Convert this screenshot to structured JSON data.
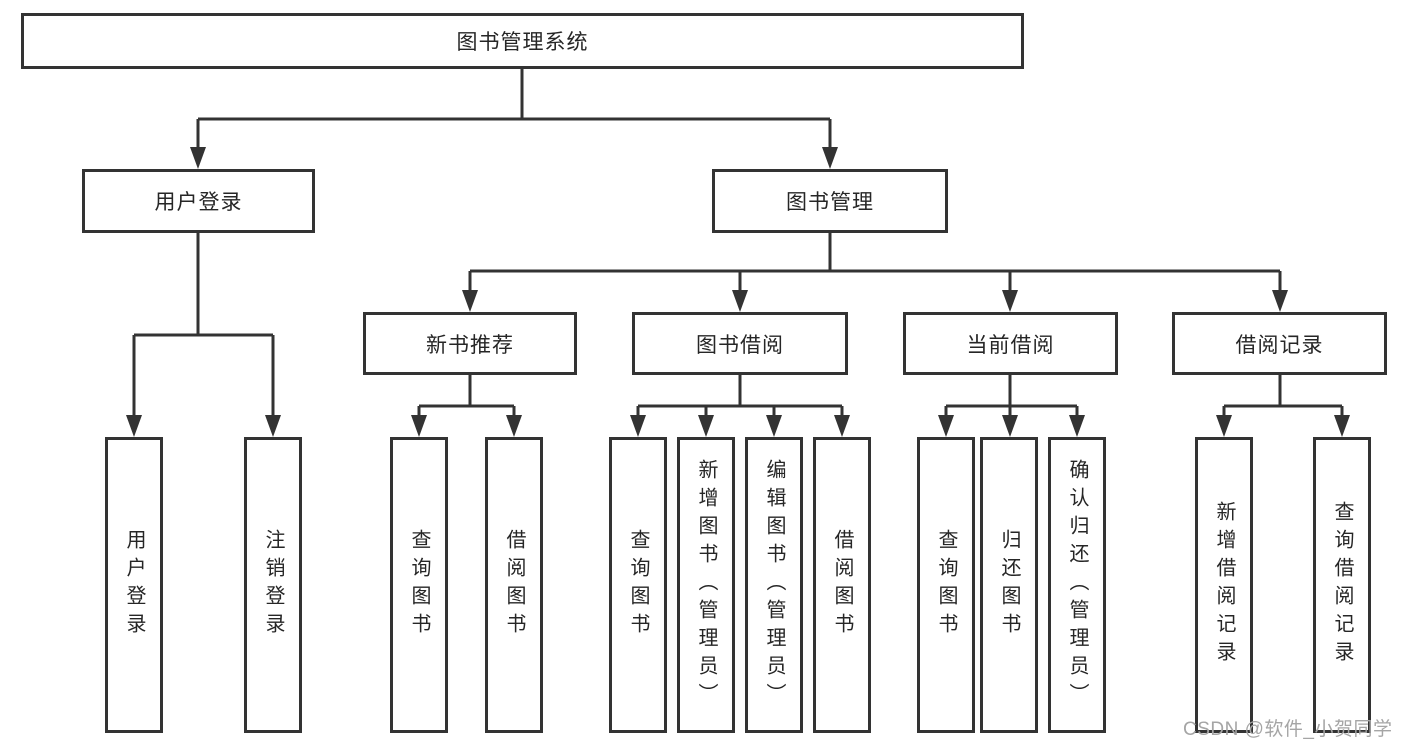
{
  "diagram": {
    "root": {
      "id": "system-root",
      "label": "图书管理系统"
    },
    "level1": [
      {
        "id": "user-login-branch",
        "label": "用户登录"
      },
      {
        "id": "book-management-branch",
        "label": "图书管理"
      }
    ],
    "level2": [
      {
        "id": "new-book-recommend",
        "parent": "book-management-branch",
        "label": "新书推荐"
      },
      {
        "id": "book-borrow",
        "parent": "book-management-branch",
        "label": "图书借阅"
      },
      {
        "id": "current-borrow",
        "parent": "book-management-branch",
        "label": "当前借阅"
      },
      {
        "id": "borrow-records",
        "parent": "book-management-branch",
        "label": "借阅记录"
      }
    ],
    "leaves": [
      {
        "id": "user-login",
        "parent": "user-login-branch",
        "label": "用户登录"
      },
      {
        "id": "logout",
        "parent": "user-login-branch",
        "label": "注销登录"
      },
      {
        "id": "query-books-recommend",
        "parent": "new-book-recommend",
        "label": "查询图书"
      },
      {
        "id": "borrow-books-recommend",
        "parent": "new-book-recommend",
        "label": "借阅图书"
      },
      {
        "id": "query-books-borrow",
        "parent": "book-borrow",
        "label": "查询图书"
      },
      {
        "id": "add-books-admin",
        "parent": "book-borrow",
        "label": "新增图书（管理员）"
      },
      {
        "id": "edit-books-admin",
        "parent": "book-borrow",
        "label": "编辑图书（管理员）"
      },
      {
        "id": "borrow-books",
        "parent": "book-borrow",
        "label": "借阅图书"
      },
      {
        "id": "query-books-current",
        "parent": "current-borrow",
        "label": "查询图书"
      },
      {
        "id": "return-books",
        "parent": "current-borrow",
        "label": "归还图书"
      },
      {
        "id": "confirm-return-admin",
        "parent": "current-borrow",
        "label": "确认归还（管理员）"
      },
      {
        "id": "add-borrow-record",
        "parent": "borrow-records",
        "label": "新增借阅记录"
      },
      {
        "id": "query-borrow-record",
        "parent": "borrow-records",
        "label": "查询借阅记录"
      }
    ]
  },
  "watermark": {
    "text": "CSDN @软件_小贺同学"
  },
  "colors": {
    "line": "#333333",
    "box_border": "#333333",
    "box_background": "#ffffff",
    "text": "#262626",
    "watermark": "#a5a5a5",
    "page_background": "#ffffff"
  }
}
